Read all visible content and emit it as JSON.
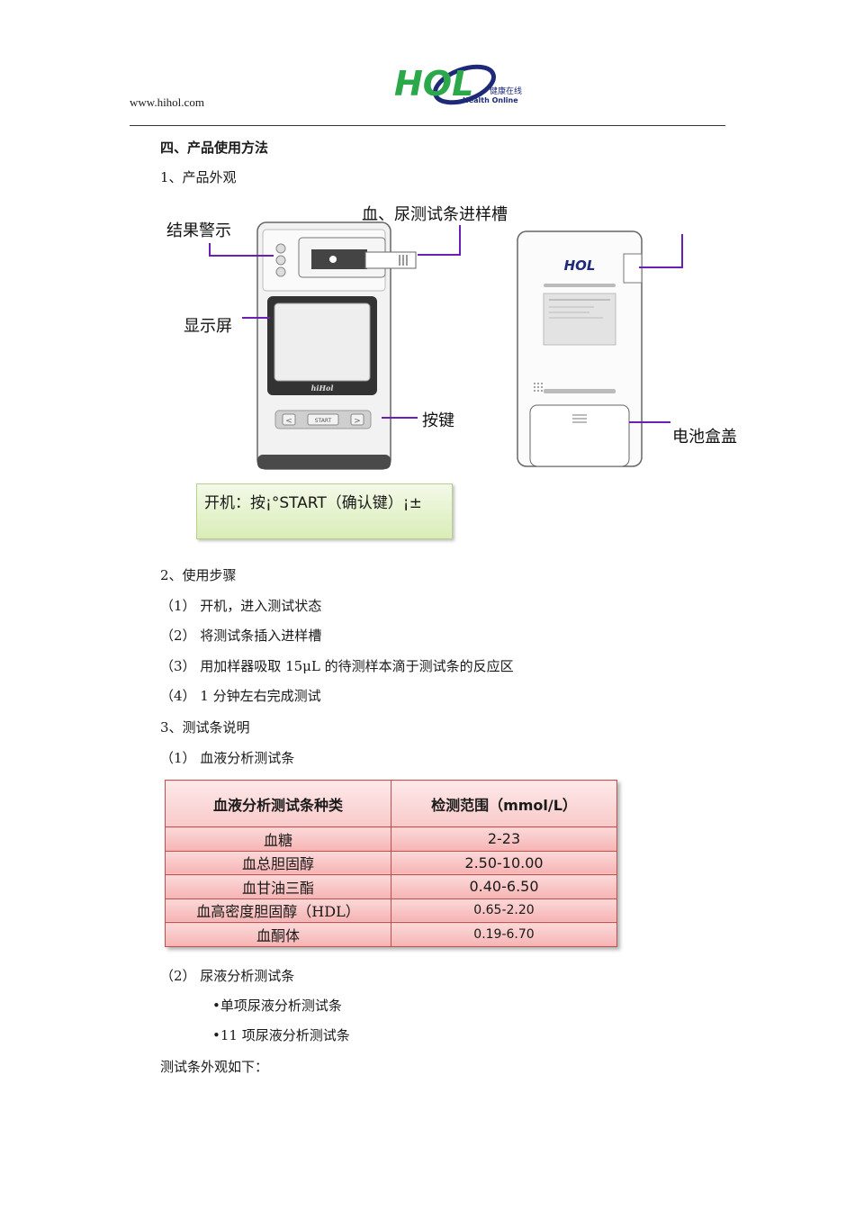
{
  "header": {
    "url": "www.hihol.com",
    "logo_text": "HOL",
    "logo_cn": "健康在线",
    "logo_en": "Health Online"
  },
  "section_title": "四、产品使用方法",
  "appearance": {
    "heading": "1、产品外观",
    "callouts": {
      "result_warning": "结果警示",
      "strip_slot": "血、尿测试条进样槽",
      "display": "显示屏",
      "buttons": "按键",
      "battery_cover": "电池盒盖"
    },
    "device": {
      "screen_brand": "hiHol",
      "start_label": "START",
      "back_logo": "HOL"
    },
    "power_note": "开机：按¡°START（确认键）¡±"
  },
  "steps": {
    "heading": "2、使用步骤",
    "items": [
      "（1） 开机，进入测试状态",
      "（2） 将测试条插入进样槽",
      "（3） 用加样器吸取 15μL 的待测样本滴于测试条的反应区",
      "（4） 1 分钟左右完成测试"
    ]
  },
  "strips": {
    "heading": "3、测试条说明",
    "blood_heading": "（1） 血液分析测试条",
    "table": {
      "headers": [
        "血液分析测试条种类",
        "检测范围（mmol/L）"
      ],
      "rows": [
        [
          "血糖",
          "2-23"
        ],
        [
          "血总胆固醇",
          "2.50-10.00"
        ],
        [
          "血甘油三酯",
          "0.40-6.50"
        ],
        [
          "血高密度胆固醇（HDL）",
          "0.65-2.20"
        ],
        [
          "血酮体",
          "0.19-6.70"
        ]
      ]
    },
    "urine_heading": "（2） 尿液分析测试条",
    "urine_items": [
      "•单项尿液分析测试条",
      "•11 项尿液分析测试条"
    ],
    "footer": "测试条外观如下："
  },
  "colors": {
    "callout_line": "#6a1fb5",
    "logo_green": "#2aa84a",
    "logo_navy": "#1e2a78",
    "table_border": "#c0504d"
  }
}
